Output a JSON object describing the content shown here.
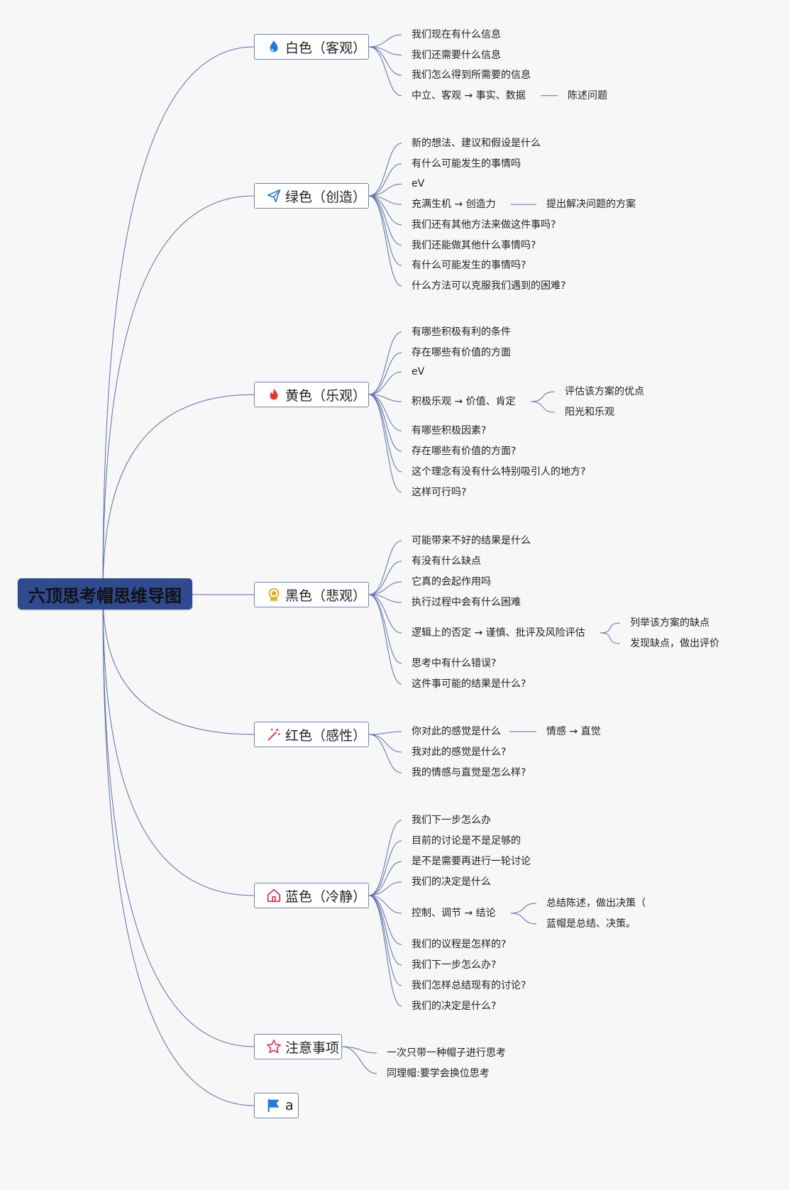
{
  "root": "六顶思考帽思维导图",
  "colors": {
    "link": "#5b6fa8",
    "root_fill": "#2f4a8f",
    "node_border": "#6e84b8"
  },
  "hats": [
    {
      "label": "白色（客观）",
      "icon": "drop-icon",
      "color": "#1e7be0",
      "items": [
        {
          "text": "我们现在有什么信息"
        },
        {
          "text": "我们还需要什么信息"
        },
        {
          "text": "我们怎么得到所需要的信息"
        },
        {
          "text": "中立、客观 → 事实、数据",
          "children": [
            "陈述问题"
          ]
        }
      ]
    },
    {
      "label": "绿色（创造）",
      "icon": "paper-plane-icon",
      "color": "#2a7bd0",
      "items": [
        {
          "text": "新的想法、建议和假设是什么"
        },
        {
          "text": "有什么可能发生的事情吗"
        },
        {
          "text": "eV"
        },
        {
          "text": "充满生机 → 创造力",
          "children": [
            "提出解决问题的方案"
          ]
        },
        {
          "text": "我们还有其他方法来做这件事吗?"
        },
        {
          "text": "我们还能做其他什么事情吗?"
        },
        {
          "text": "有什么可能发生的事情吗?"
        },
        {
          "text": "什么方法可以克服我们遇到的困难?"
        }
      ]
    },
    {
      "label": "黄色（乐观）",
      "icon": "fire-icon",
      "color": "#e8352b",
      "items": [
        {
          "text": "有哪些积极有利的条件"
        },
        {
          "text": "存在哪些有价值的方面"
        },
        {
          "text": "eV"
        },
        {
          "text": "积极乐观 → 价值、肯定",
          "children": [
            "评估该方案的优点",
            "阳光和乐观"
          ]
        },
        {
          "text": "有哪些积极因素?"
        },
        {
          "text": "存在哪些有价值的方面?"
        },
        {
          "text": "这个理念有没有什么特别吸引人的地方?"
        },
        {
          "text": "这样可行吗?"
        }
      ]
    },
    {
      "label": "黑色（悲观）",
      "icon": "medal-icon",
      "color": "#e0a81e",
      "items": [
        {
          "text": "可能带来不好的结果是什么"
        },
        {
          "text": "有没有什么缺点"
        },
        {
          "text": "它真的会起作用吗"
        },
        {
          "text": "执行过程中会有什么困难"
        },
        {
          "text": "逻辑上的否定 → 谨慎、批评及风险评估",
          "children": [
            "列举该方案的缺点",
            "发现缺点，做出评价"
          ]
        },
        {
          "text": "思考中有什么错误?"
        },
        {
          "text": "这件事可能的结果是什么?"
        }
      ]
    },
    {
      "label": "红色（感性）",
      "icon": "magic-wand-icon",
      "color": "#e0335a",
      "items": [
        {
          "text": "你对此的感觉是什么",
          "children": [
            "情感 → 直觉"
          ]
        },
        {
          "text": "我对此的感觉是什么?"
        },
        {
          "text": "我的情感与直觉是怎么样?"
        }
      ]
    },
    {
      "label": "蓝色（冷静）",
      "icon": "home-icon",
      "color": "#e0335a",
      "items": [
        {
          "text": "我们下一步怎么办"
        },
        {
          "text": "目前的讨论是不是足够的"
        },
        {
          "text": "是不是需要再进行一轮讨论"
        },
        {
          "text": "我们的决定是什么"
        },
        {
          "text": "控制、调节 → 结论",
          "children": [
            "总结陈述，做出决策（",
            "蓝帽是总结、决策。"
          ]
        },
        {
          "text": "我们的议程是怎样的?"
        },
        {
          "text": "我们下一步怎么办?"
        },
        {
          "text": "我们怎样总结现有的讨论?"
        },
        {
          "text": "我们的决定是什么?"
        }
      ]
    },
    {
      "label": "注意事项",
      "icon": "star-icon",
      "color": "#e0335a",
      "items": [
        {
          "text": "一次只带一种帽子进行思考"
        },
        {
          "text": "同理帽:要学会换位思考"
        }
      ]
    },
    {
      "label": "a",
      "icon": "flag-icon",
      "color": "#1e7be0",
      "items": []
    }
  ]
}
